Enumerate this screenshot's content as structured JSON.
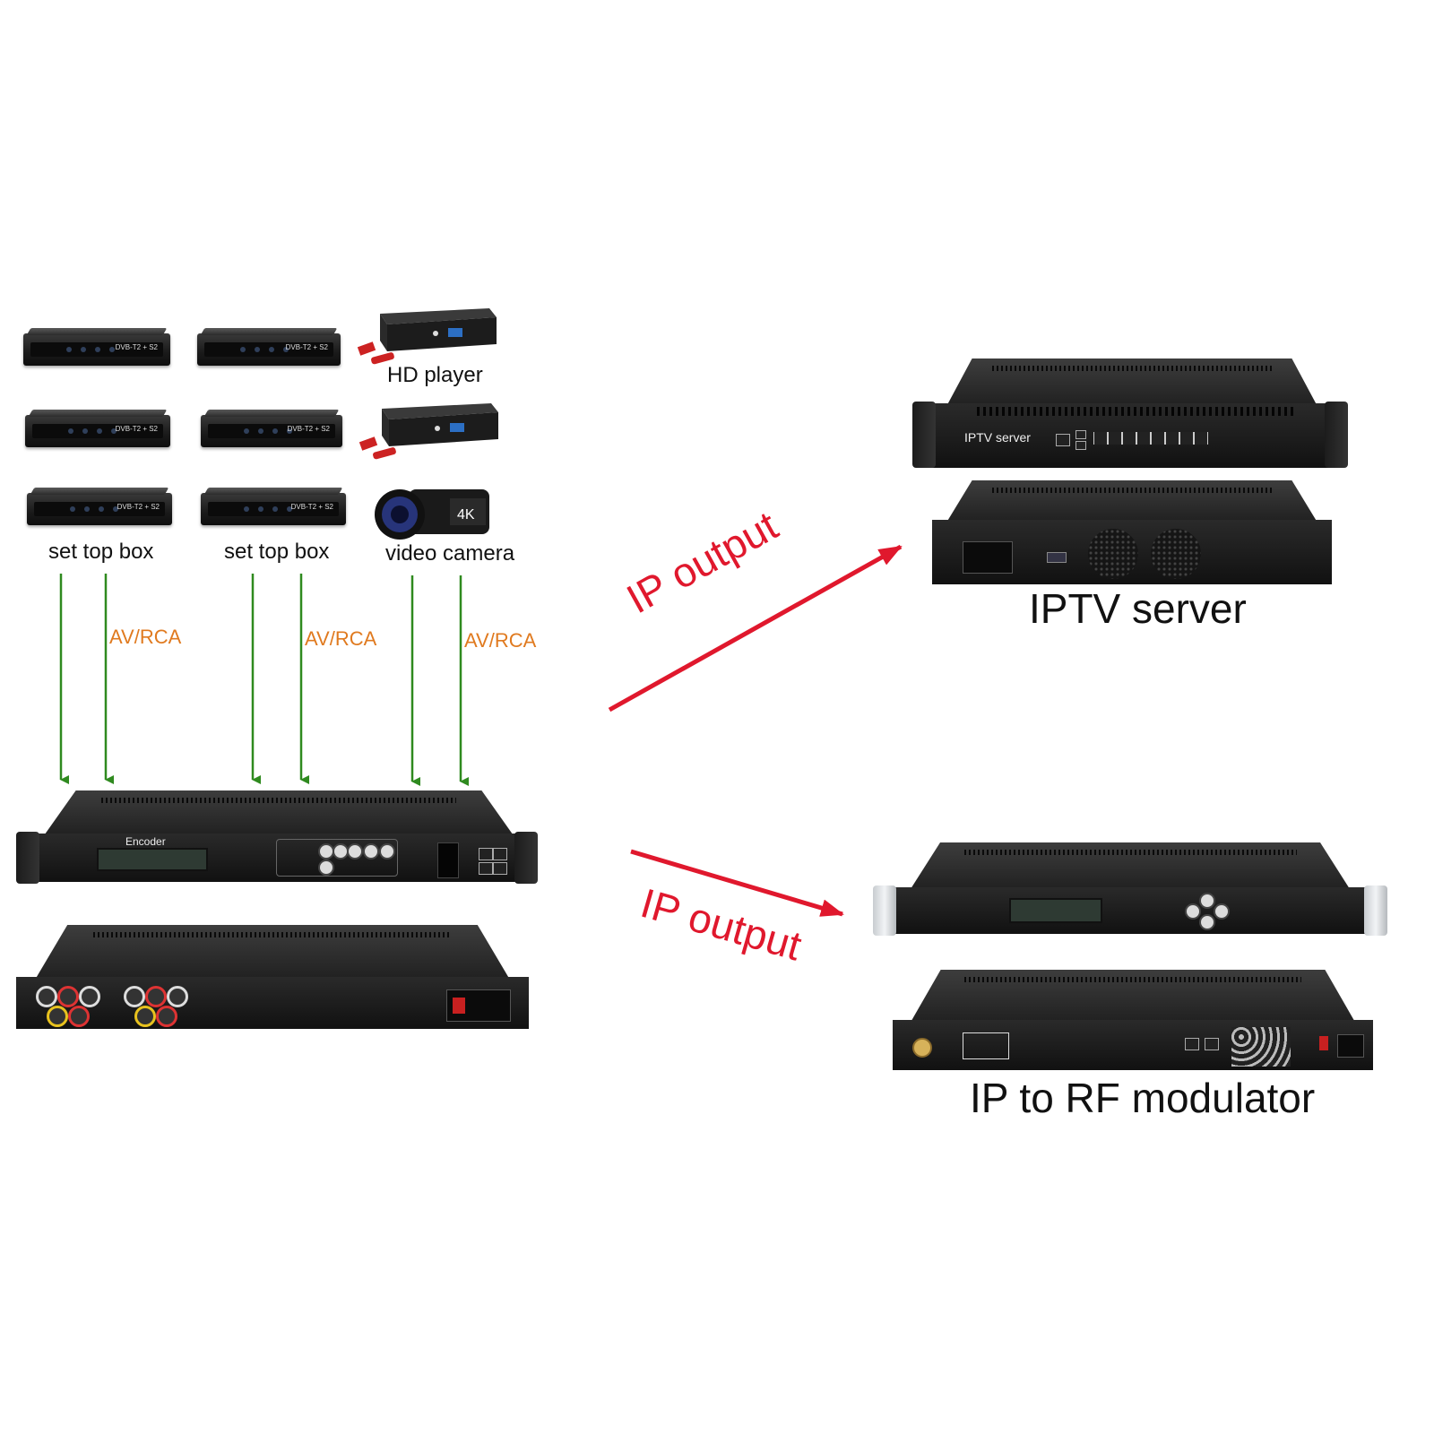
{
  "sources": [
    {
      "label": "set top box"
    },
    {
      "label": "set top box"
    },
    {
      "label": "video camera"
    },
    {
      "label": "HD player"
    }
  ],
  "stb_brand": "DVB-T2 + S2",
  "av_labels": [
    "AV/RCA",
    "AV/RCA",
    "AV/RCA"
  ],
  "encoder": {
    "panel_label": "Encoder"
  },
  "outputs": {
    "ip_label_top": "IP output",
    "ip_label_bottom": "IP output"
  },
  "iptv_server": {
    "panel_label": "IPTV server",
    "title": "IPTV server"
  },
  "modulator": {
    "title": "IP to RF modulator"
  },
  "camera_badge": "4K",
  "colors": {
    "av_arrow": "#2f8a1f",
    "av_text": "#e07a1f",
    "ip_arrow": "#e0182d",
    "ip_text": "#e0182d"
  }
}
